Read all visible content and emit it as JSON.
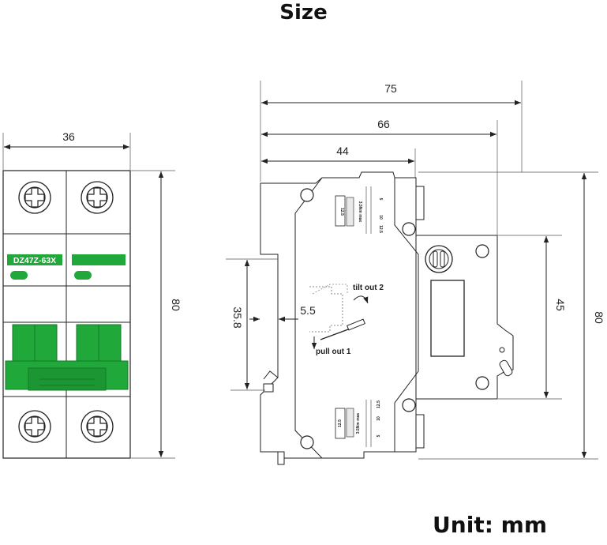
{
  "title": "Size",
  "unit_label": "Unit: mm",
  "front_view": {
    "width_label": "36",
    "height_label": "80",
    "model_label": "DZ47Z-63X"
  },
  "side_view": {
    "depth_total_label": "75",
    "depth_mid_label": "66",
    "depth_front_label": "44",
    "rail_label": "35.8",
    "rail_offset_label": "5.5",
    "inner_height_label": "45",
    "height_label": "80",
    "tilt_label": "tilt out 2",
    "pull_label": "pull out 1",
    "strip_label": "3.5Nm max",
    "marks_label_a": "12.5",
    "marks_label_b": "5",
    "marks_label_c": "10",
    "marks_label_d": "12.5",
    "marks_label_e": "12.5",
    "marks_label_f": "10",
    "marks_label_g": "5",
    "marks_label_h": "12.5"
  },
  "colors": {
    "green": "#21a83a",
    "dark_green": "#137a25",
    "line": "#222222"
  }
}
